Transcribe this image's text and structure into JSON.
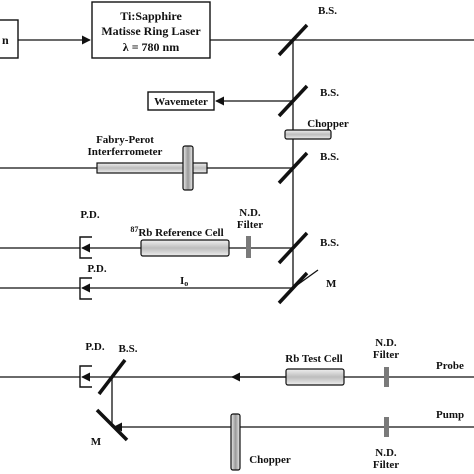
{
  "laser": {
    "name_line1": "Ti:Sapphire",
    "name_line2": "Matisse Ring Laser",
    "wavelength": "λ = 780 nm",
    "left_fragment": "n"
  },
  "labels": {
    "bs_top": "B.S.",
    "bs_wavemeter": "B.S.",
    "bs_fabry": "B.S.",
    "bs_reference": "B.S.",
    "mirror_top": "M",
    "chopper_top": "Chopper",
    "wavemeter": "Wavemeter",
    "fabry_perot_line1": "Fabry-Perot",
    "fabry_perot_line2": "Interferrometer",
    "pd_top": "P.D.",
    "pd_second": "P.D.",
    "ref_cell_isotope": "87",
    "ref_cell_name": "Rb Reference Cell",
    "nd_filter_top_line1": "N.D.",
    "nd_filter_top_line2": "Filter",
    "io_main": "I",
    "io_sub": "o",
    "pd_bottom": "P.D.",
    "bs_bottom": "B.S.",
    "rb_test_cell": "Rb Test Cell",
    "nd_filter_mid_line1": "N.D.",
    "nd_filter_mid_line2": "Filter",
    "probe": "Probe",
    "mirror_bottom": "M",
    "pump": "Pump",
    "chopper_bottom": "Chopper",
    "nd_filter_bottom_line1": "N.D.",
    "nd_filter_bottom_line2": "Filter"
  }
}
